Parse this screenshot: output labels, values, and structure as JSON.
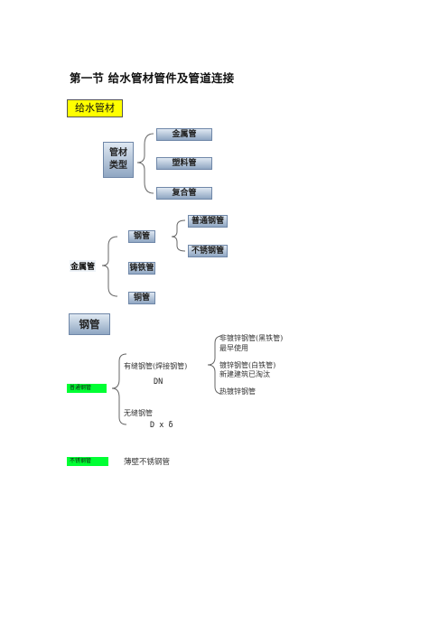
{
  "title": "第一节 给水管材管件及管道连接",
  "section_tag": "给水管材",
  "pipe_types": {
    "category": "管材\n类型",
    "items": [
      "金属管",
      "塑料管",
      "复合管"
    ]
  },
  "metal_pipe": {
    "label": "金属管",
    "items": [
      "钢管",
      "铸铁管",
      "铜管"
    ],
    "steel_sub": [
      "普通钢管",
      "不锈钢管"
    ]
  },
  "steel_section": {
    "heading": "钢管",
    "ordinary_tag": "普通钢管",
    "seamed": "有缝钢管(焊接钢管)",
    "seamed_spec": "DN",
    "seamless": "无缝钢管",
    "seamless_spec": "D x δ",
    "galv_non": "非镀锌钢管(黑铁管)",
    "galv_non_note": "最早使用",
    "galv": "镀锌钢管(白铁管)",
    "galv_note": "新建建筑已淘汰",
    "hot_galv": "热镀锌钢管",
    "stainless_tag": "不锈钢管",
    "stainless_desc": "薄壁不锈钢管"
  },
  "colors": {
    "tag_yellow": "#ffff00",
    "tag_green": "#00ff33",
    "box_fill_top": "#dfe8f2",
    "box_fill_bottom": "#8fa6c2"
  }
}
